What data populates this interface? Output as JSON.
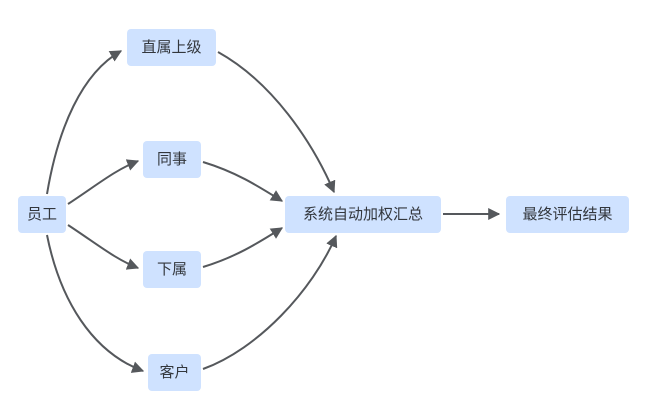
{
  "diagram": {
    "title": "employee-360-feedback-flow",
    "nodes": [
      {
        "id": "employee",
        "label": "员工"
      },
      {
        "id": "supervisor",
        "label": "直属上级"
      },
      {
        "id": "colleague",
        "label": "同事"
      },
      {
        "id": "subordinate",
        "label": "下属"
      },
      {
        "id": "customer",
        "label": "客户"
      },
      {
        "id": "aggregation",
        "label": "系统自动加权汇总"
      },
      {
        "id": "result",
        "label": "最终评估结果"
      }
    ],
    "edges": [
      {
        "from": "employee",
        "to": "supervisor"
      },
      {
        "from": "employee",
        "to": "colleague"
      },
      {
        "from": "employee",
        "to": "subordinate"
      },
      {
        "from": "employee",
        "to": "customer"
      },
      {
        "from": "supervisor",
        "to": "aggregation"
      },
      {
        "from": "colleague",
        "to": "aggregation"
      },
      {
        "from": "subordinate",
        "to": "aggregation"
      },
      {
        "from": "customer",
        "to": "aggregation"
      },
      {
        "from": "aggregation",
        "to": "result"
      }
    ],
    "colors": {
      "node_bg": "#cfe2ff",
      "node_text": "#33373d",
      "arrow": "#55585c",
      "background": "#ffffff"
    }
  }
}
